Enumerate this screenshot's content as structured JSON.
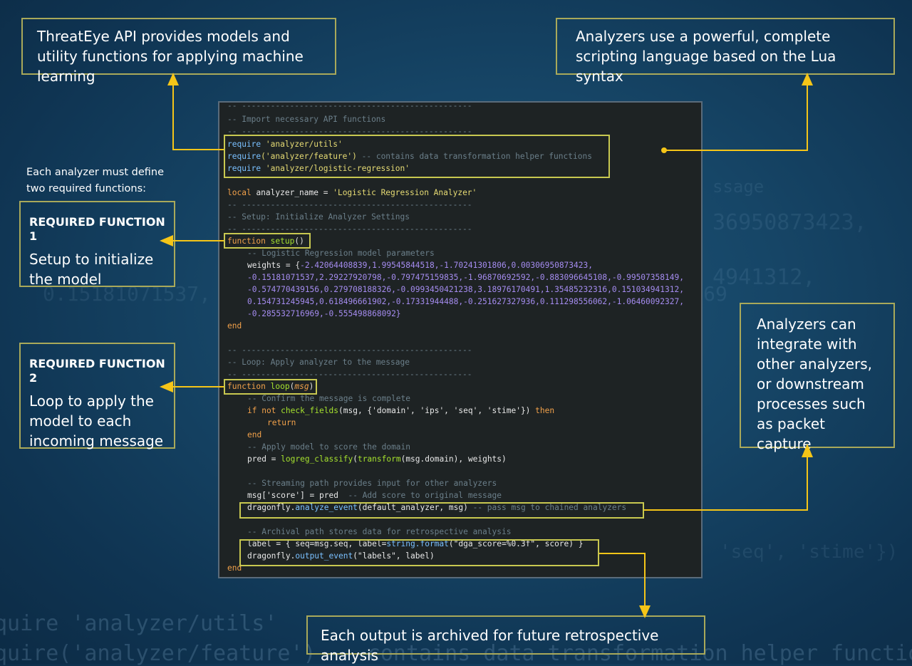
{
  "callouts": {
    "api": "ThreatEye API provides models and utility functions for applying machine learning",
    "lua": "Analyzers use a powerful, complete scripting language based on the Lua syntax",
    "define_note": "Each analyzer must define two required functions:",
    "req1_head": "REQUIRED FUNCTION 1",
    "req1_body": "Setup to initialize the model",
    "req2_head": "REQUIRED FUNCTION 2",
    "req2_body": "Loop to apply the model to each incoming message",
    "integrate": "Analyzers can integrate with other analyzers, or downstream processes such as packet capture",
    "archive": "Each output is archived for future retrospective analysis"
  },
  "code": {
    "sep": "-- ------------------------------------------------",
    "c_import": "-- Import necessary API functions",
    "req_utils": "'analyzer/utils'",
    "req_feature": "('analyzer/feature')",
    "req_feature_comment": "-- contains data transformation helper functions",
    "req_lr": "'analyzer/logistic-regression'",
    "kw_require": "require",
    "kw_local": "local",
    "analyzer_var": "analyzer_name",
    "analyzer_val": "'Logistic Regression Analyzer'",
    "c_setup": "-- Setup: Initialize Analyzer Settings",
    "kw_function": "function",
    "fn_setup": "setup",
    "c_params": "-- Logistic Regression model parameters",
    "weights_var": "weights",
    "w1": "-2.42064408839,1.99545844518,-1.70241301806,0.00306950873423,",
    "w2": "-0.15181071537,2.29227920798,-0.797475159835,-1.96870692592,-0.883096645108,-0.99507358149,",
    "w3": "-0.574770439156,0.279708188326,-0.0993450421238,3.18976170491,1.35485232316,0.151034941312,",
    "w4": "0.154731245945,0.618496661902,-0.17331944488,-0.251627327936,0.111298556062,-1.06460092327,",
    "w5": "-0.285532716969,-0.555498868092}",
    "kw_end": "end",
    "c_loop": "-- Loop: Apply analyzer to the message",
    "fn_loop": "loop",
    "arg_msg": "msg",
    "c_confirm": "-- Confirm the message is complete",
    "kw_if_not": "if not",
    "check_fields": "check_fields",
    "check_args": "(msg, {'domain', 'ips', 'seq', 'stime'})",
    "kw_then": "then",
    "kw_return": "return",
    "c_apply": "-- Apply model to score the domain",
    "pred_line": "pred = ",
    "logreg": "logreg_classify",
    "logreg_args1": "(",
    "transform": "transform",
    "logreg_args2": "(msg.domain), weights)",
    "c_stream": "-- Streaming path provides input for other analyzers",
    "score_line": "msg['score'] = pred",
    "c_addscore": "-- Add score to original message",
    "df_obj": "dragonfly.",
    "analyze_event": "analyze_event",
    "analyze_args": "(default_analyzer, msg)",
    "c_pass": "-- pass msg to chained analyzers",
    "c_archival": "-- Archival path stores data for retrospective analysis",
    "label_line1": "label = { seq=msg.seq, label=",
    "string_format": "string.format",
    "format_args": "(\"dga_score=%0.3f\", score) }",
    "output_event": "output_event",
    "output_args": "(\"labels\", label)"
  },
  "background_code": {
    "line1": "quire 'analyzer/utils'",
    "line2": "quire('analyzer/feature') -- contains data transformation helper functions",
    "line3": "0.15181071537, 2.29227920798, -0.797475159835, -1.9687069",
    "line4": "36950873423,",
    "line5": "4941312,",
    "line6": "ssage",
    "line7": "'seq', 'stime'})"
  },
  "colors": {
    "callout_border": "#a9a95a",
    "highlight": "#c8c850",
    "arrow": "#f5c518"
  }
}
